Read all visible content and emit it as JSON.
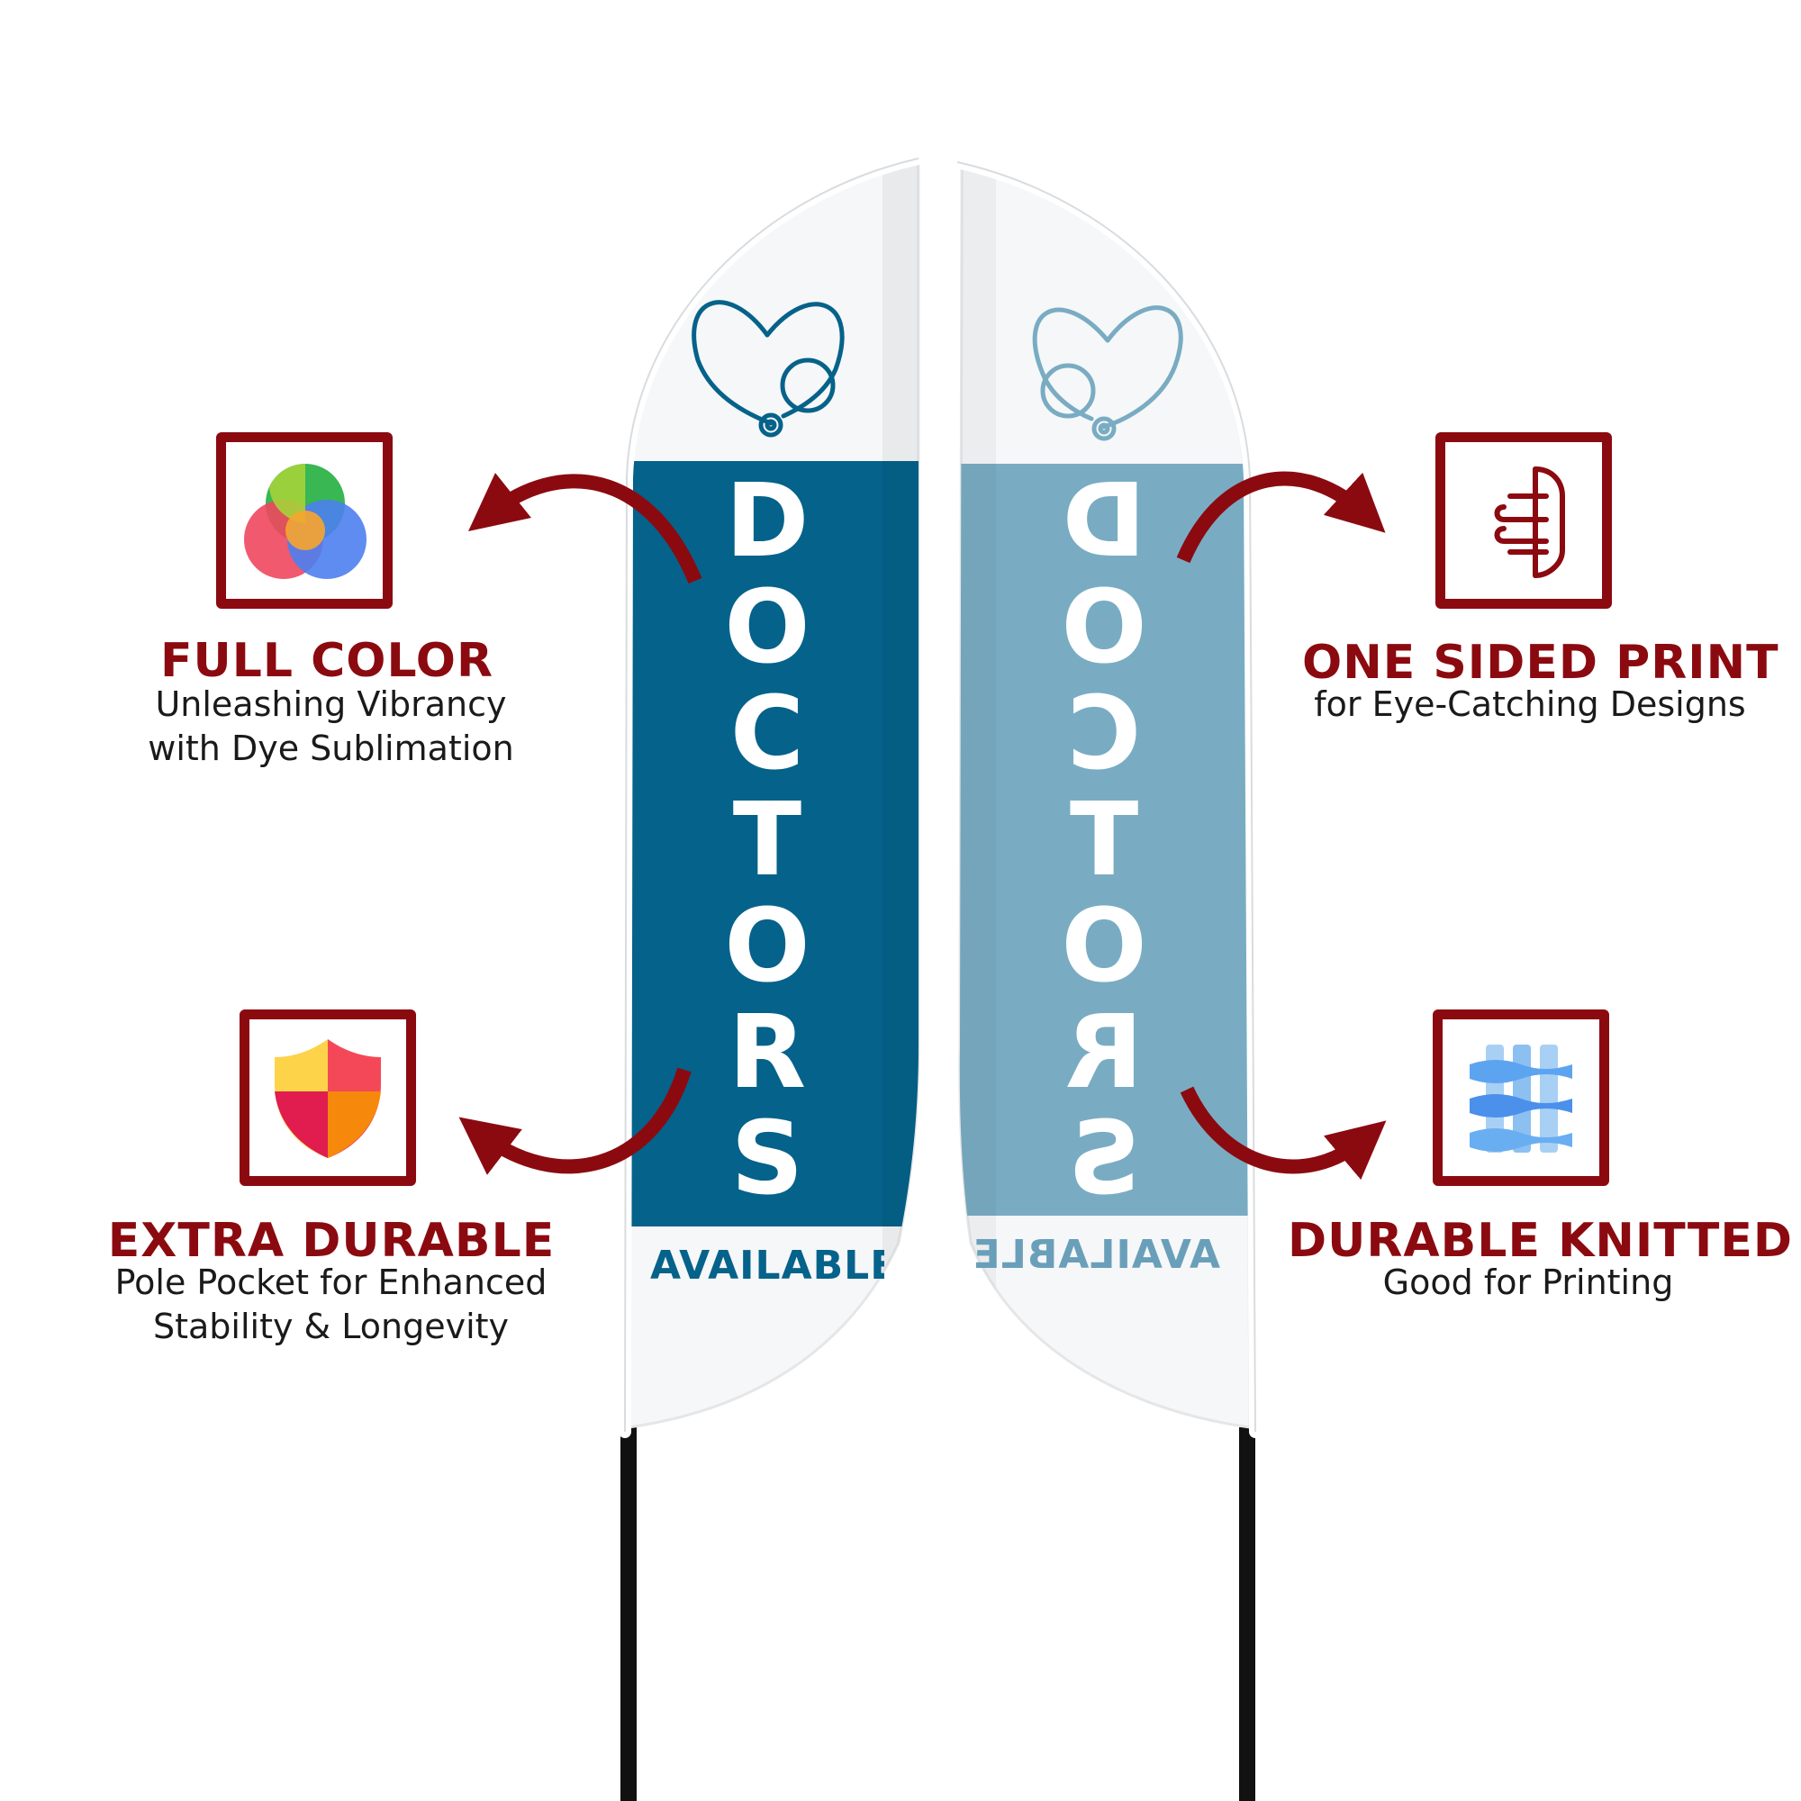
{
  "colors": {
    "accent": "#8b0a10",
    "flag_front_panel": "#05628a",
    "flag_back_panel": "#79acc3",
    "flag_front_text": "#05628a",
    "flag_back_text": "#6a9fba",
    "pole": "#111111"
  },
  "flags": {
    "front": {
      "main_text": "DOCTORS",
      "sub_text": "AVAILABLE",
      "logo_icon": "heart-stethoscope-icon"
    },
    "back": {
      "main_text": "DOCTORS",
      "sub_text": "AVAILABLE",
      "logo_icon": "heart-stethoscope-icon",
      "mirrored": true
    }
  },
  "features": [
    {
      "id": "full-color",
      "icon": "color-wheel-icon",
      "title": "FULL COLOR",
      "lines": [
        "Unleashing Vibrancy",
        "with Dye Sublimation"
      ]
    },
    {
      "id": "one-sided",
      "icon": "printing-press-icon",
      "title": "ONE SIDED PRINT",
      "lines": [
        "for Eye-Catching Designs"
      ]
    },
    {
      "id": "extra-durable",
      "icon": "shield-icon",
      "title": "EXTRA DURABLE",
      "lines": [
        "Pole Pocket for Enhanced",
        "Stability & Longevity"
      ]
    },
    {
      "id": "durable-knitted",
      "icon": "knitted-fabric-icon",
      "title": "DURABLE KNITTED",
      "lines": [
        "Good for Printing"
      ]
    }
  ]
}
